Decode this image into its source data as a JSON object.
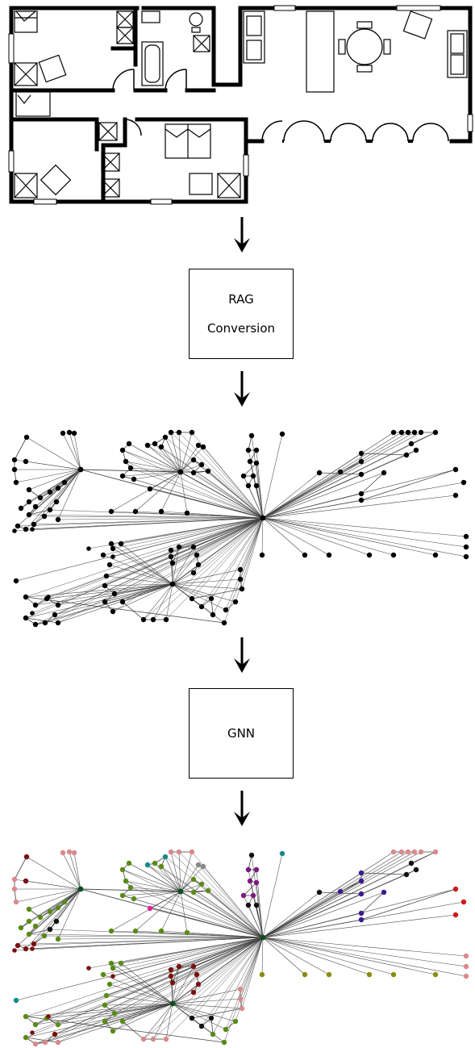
{
  "pipeline": {
    "steps": [
      {
        "lines": [
          "RAG",
          "Conversion"
        ]
      },
      {
        "lines": [
          "GNN"
        ]
      }
    ]
  },
  "colors": {
    "wall": "#000000",
    "edge": "#444444",
    "node": "#000000",
    "hub_node": "#0b4f1e",
    "classes": {
      "wall": "#d88a8a",
      "door": "#5a8a16",
      "window": "#7a1010",
      "stairs": "#148a8a",
      "bath": "#888888",
      "kitchen": "#7a1a80",
      "table": "#3a1a8a",
      "sink": "#cc1a1a",
      "parking": "#8a8a10",
      "other": "#111111",
      "separator": "#e0229a"
    }
  }
}
